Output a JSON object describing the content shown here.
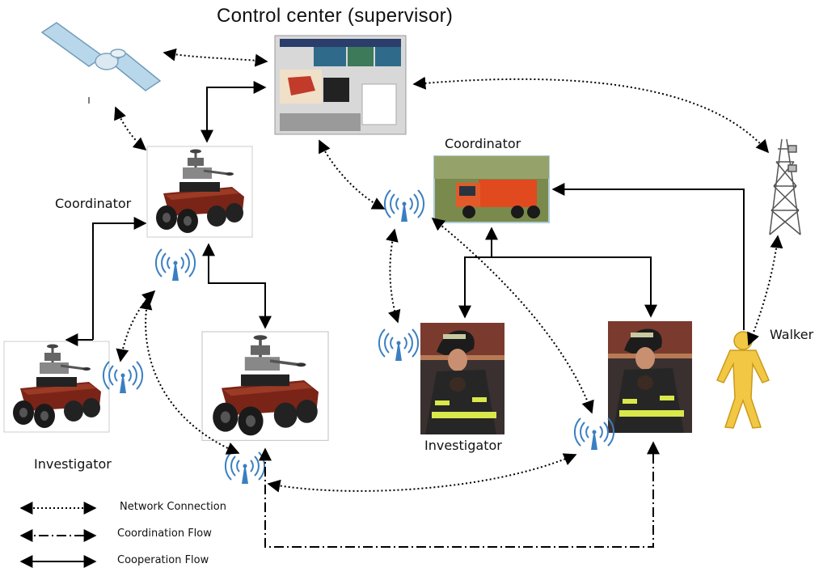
{
  "diagram": {
    "title": "Control center (supervisor)",
    "labels": {
      "coordinator_robot": "Coordinator",
      "coordinator_truck": "Coordinator",
      "investigator_robot": "Investigator",
      "investigator_firefighter": "Investigator",
      "walker": "Walker"
    },
    "legend": {
      "network": "Network Connection",
      "coordination": "Coordination Flow",
      "cooperation": "Cooperation Flow"
    },
    "colors": {
      "antenna": "#3a7fc1",
      "truck": "#e04a1e",
      "robot_body": "#7a2418",
      "walker": "#f2c744",
      "screen": "#2f6a8a",
      "firefighter_suit": "#2a2a2a",
      "reflective_stripe": "#d9e84a"
    },
    "icons": [
      "satellite-icon",
      "control-center-icon",
      "robot-icon",
      "fire-truck-icon",
      "firefighter-icon",
      "walker-icon",
      "antenna-icon",
      "radio-tower-icon"
    ]
  }
}
